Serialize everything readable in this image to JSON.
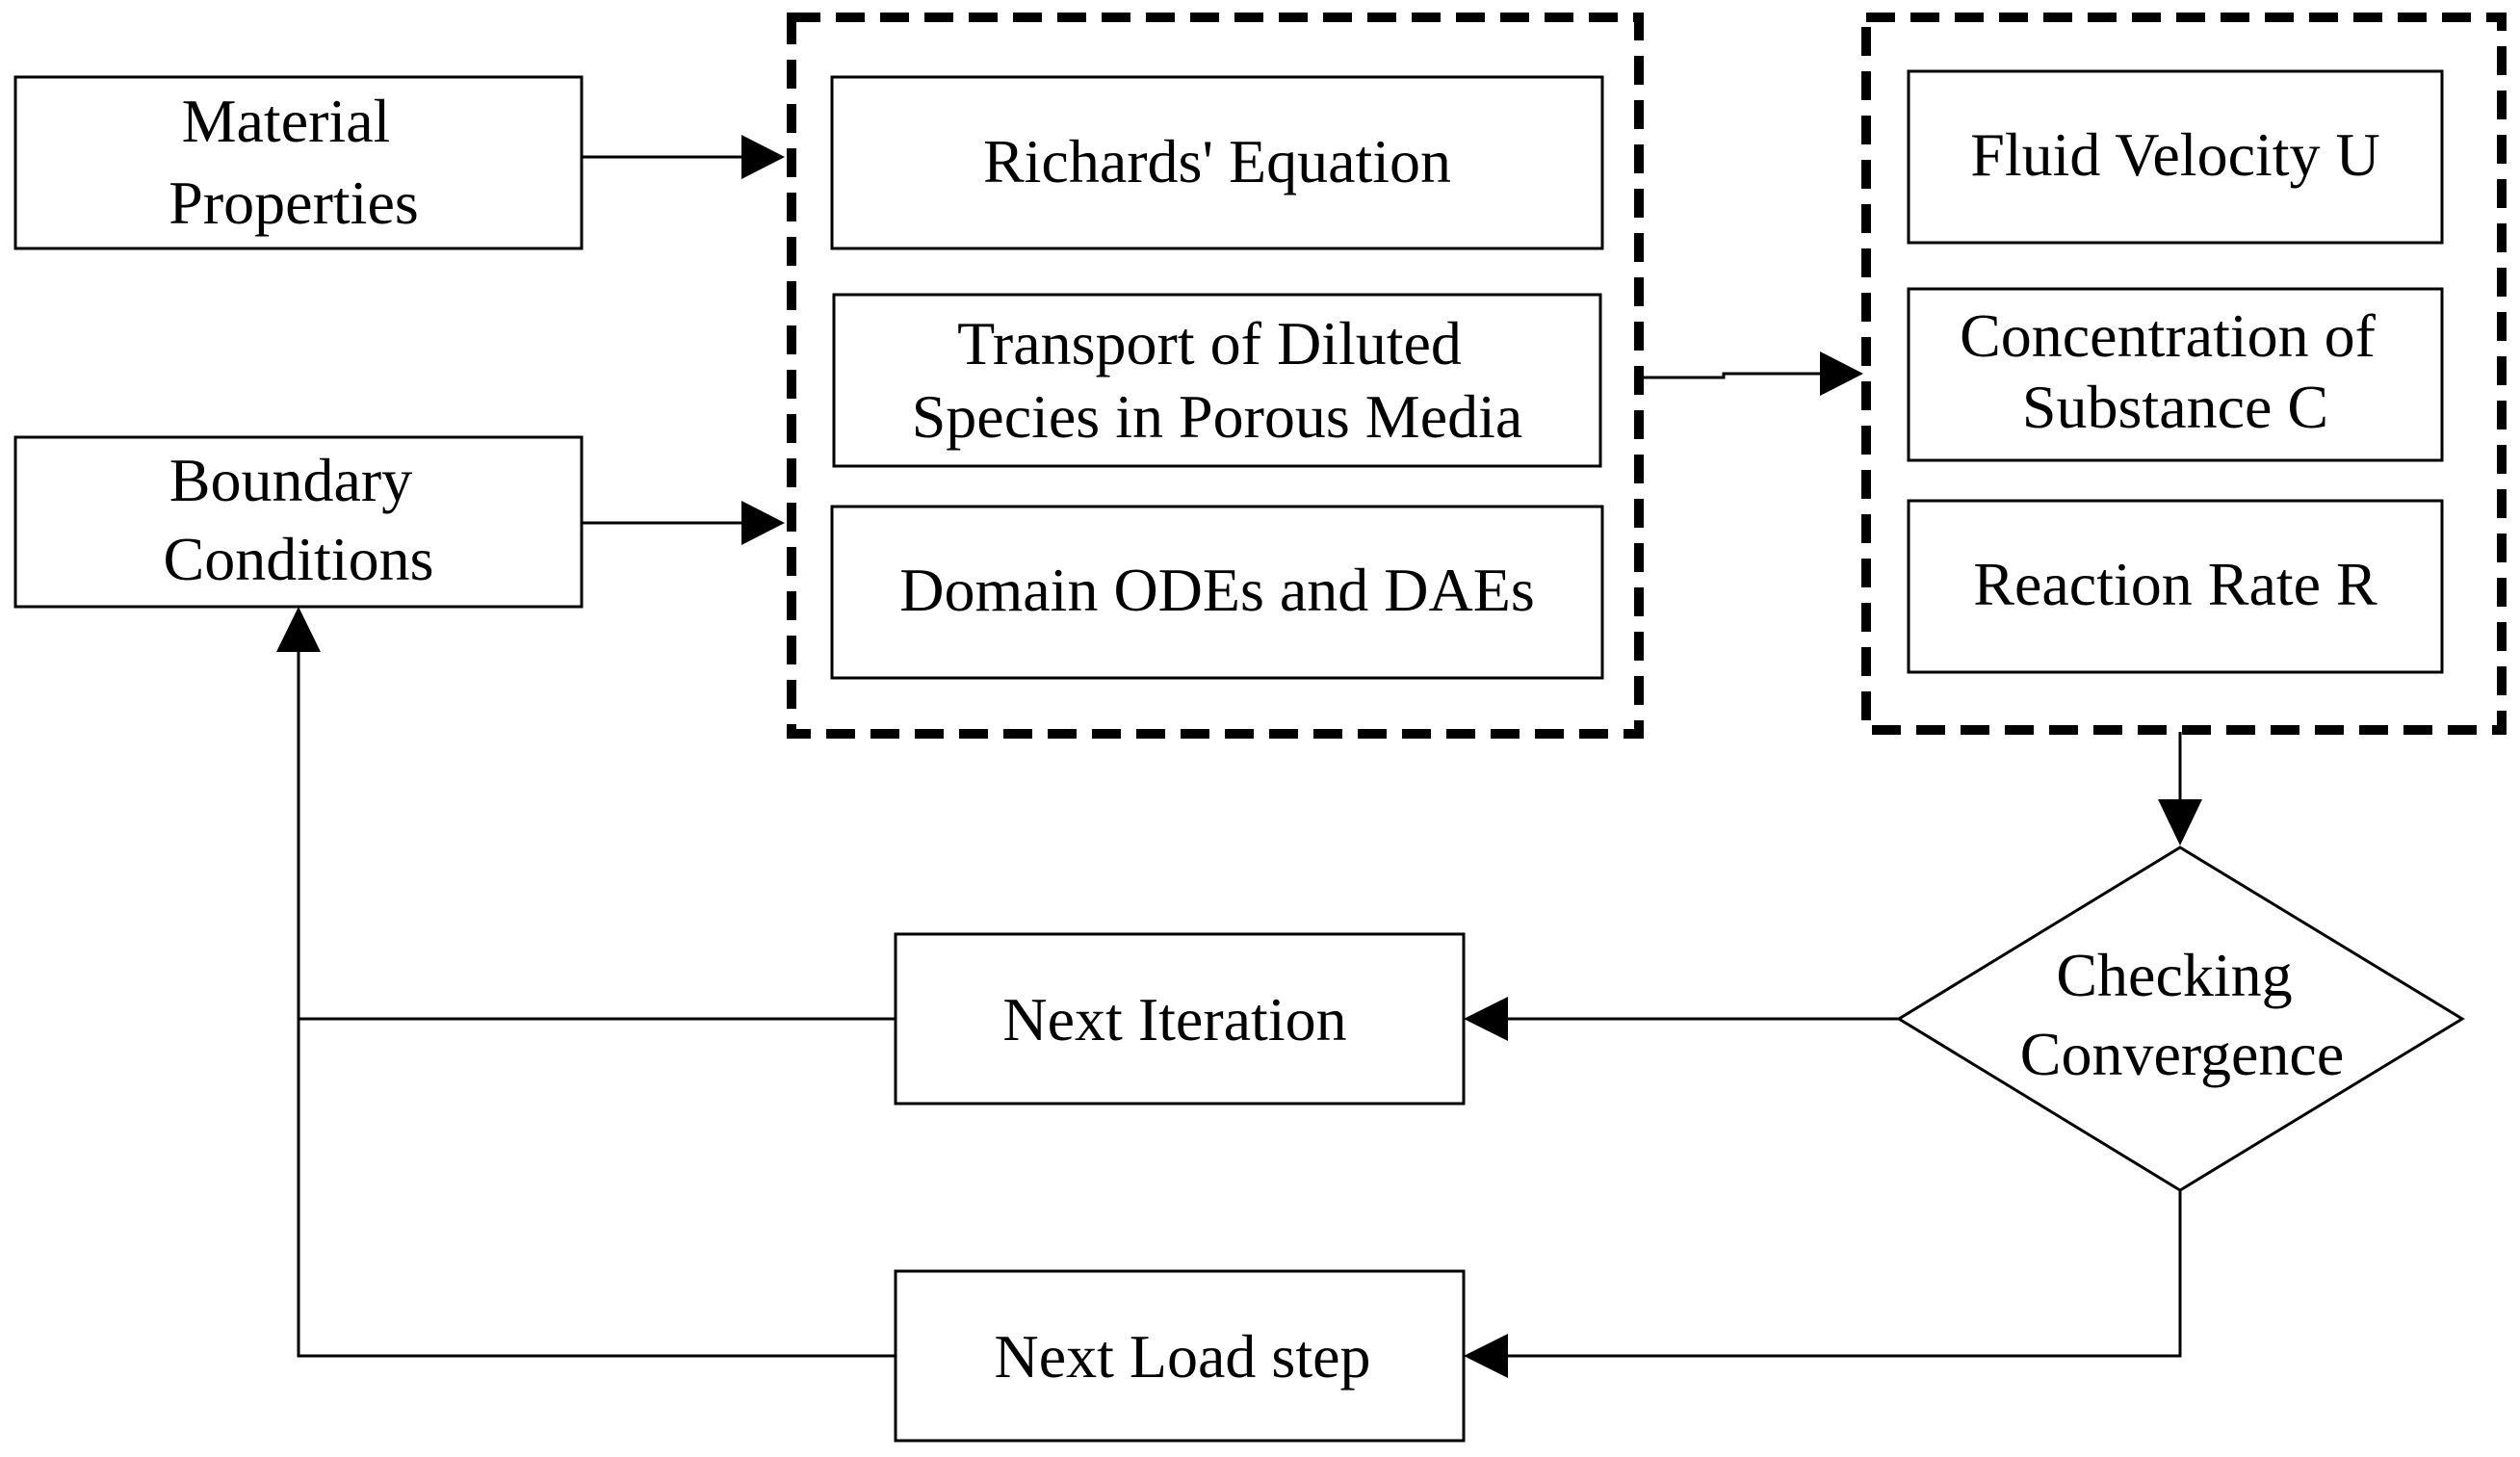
{
  "inputs": {
    "material_properties": [
      "Material",
      "Properties"
    ],
    "boundary_conditions": [
      "Boundary",
      "Conditions"
    ]
  },
  "physics_group": {
    "richards_equation": [
      "Richards' Equation"
    ],
    "transport_diluted_species": [
      "Transport of Diluted",
      "Species in Porous Media"
    ],
    "domain_odes_daes": [
      "Domain ODEs and DAEs"
    ]
  },
  "outputs_group": {
    "fluid_velocity": [
      "Fluid Velocity U"
    ],
    "concentration": [
      "Concentration of",
      "Substance C"
    ],
    "reaction_rate": [
      "Reaction Rate R"
    ]
  },
  "decision": {
    "checking_convergence": [
      "Checking",
      "Convergence"
    ]
  },
  "loops": {
    "next_iteration": [
      "Next Iteration"
    ],
    "next_load_step": [
      "Next Load step"
    ]
  }
}
